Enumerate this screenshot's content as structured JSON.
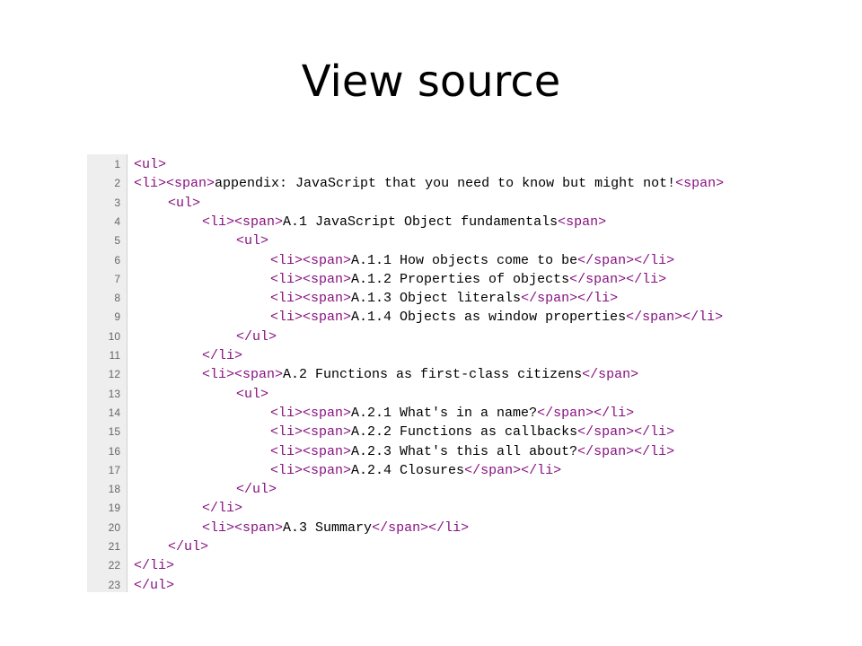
{
  "title": "View source",
  "colors": {
    "tag": "#881280",
    "text": "#000000",
    "gutter_bg": "#eeeeee",
    "line_number": "#666666"
  },
  "code_lines": [
    {
      "num": "1",
      "indent": 0,
      "parts": [
        {
          "t": "<ul>",
          "c": "tag"
        }
      ]
    },
    {
      "num": "2",
      "indent": 0,
      "parts": [
        {
          "t": "<li>",
          "c": "tag"
        },
        {
          "t": "<span>",
          "c": "tag"
        },
        {
          "t": "appendix: JavaScript that you need to know but might not!",
          "c": "text"
        },
        {
          "t": "<span>",
          "c": "tag"
        }
      ]
    },
    {
      "num": "3",
      "indent": 1,
      "parts": [
        {
          "t": "<ul>",
          "c": "tag"
        }
      ]
    },
    {
      "num": "4",
      "indent": 2,
      "parts": [
        {
          "t": "<li>",
          "c": "tag"
        },
        {
          "t": "<span>",
          "c": "tag"
        },
        {
          "t": "A.1 JavaScript Object fundamentals",
          "c": "text"
        },
        {
          "t": "<span>",
          "c": "tag"
        }
      ]
    },
    {
      "num": "5",
      "indent": 3,
      "parts": [
        {
          "t": "<ul>",
          "c": "tag"
        }
      ]
    },
    {
      "num": "6",
      "indent": 4,
      "parts": [
        {
          "t": "<li>",
          "c": "tag"
        },
        {
          "t": "<span>",
          "c": "tag"
        },
        {
          "t": "A.1.1 How objects come to be",
          "c": "text"
        },
        {
          "t": "</span>",
          "c": "tag"
        },
        {
          "t": "</li>",
          "c": "tag"
        }
      ]
    },
    {
      "num": "7",
      "indent": 4,
      "parts": [
        {
          "t": "<li>",
          "c": "tag"
        },
        {
          "t": "<span>",
          "c": "tag"
        },
        {
          "t": "A.1.2 Properties of objects",
          "c": "text"
        },
        {
          "t": "</span>",
          "c": "tag"
        },
        {
          "t": "</li>",
          "c": "tag"
        }
      ]
    },
    {
      "num": "8",
      "indent": 4,
      "parts": [
        {
          "t": "<li>",
          "c": "tag"
        },
        {
          "t": "<span>",
          "c": "tag"
        },
        {
          "t": "A.1.3 Object literals",
          "c": "text"
        },
        {
          "t": "</span>",
          "c": "tag"
        },
        {
          "t": "</li>",
          "c": "tag"
        }
      ]
    },
    {
      "num": "9",
      "indent": 4,
      "parts": [
        {
          "t": "<li>",
          "c": "tag"
        },
        {
          "t": "<span>",
          "c": "tag"
        },
        {
          "t": "A.1.4 Objects as window properties",
          "c": "text"
        },
        {
          "t": "</span>",
          "c": "tag"
        },
        {
          "t": "</li>",
          "c": "tag"
        }
      ]
    },
    {
      "num": "10",
      "indent": 3,
      "parts": [
        {
          "t": "</ul>",
          "c": "tag"
        }
      ]
    },
    {
      "num": "11",
      "indent": 2,
      "parts": [
        {
          "t": "</li>",
          "c": "tag"
        }
      ]
    },
    {
      "num": "12",
      "indent": 2,
      "parts": [
        {
          "t": "<li>",
          "c": "tag"
        },
        {
          "t": "<span>",
          "c": "tag"
        },
        {
          "t": "A.2 Functions as first-class citizens",
          "c": "text"
        },
        {
          "t": "</span>",
          "c": "tag"
        }
      ]
    },
    {
      "num": "13",
      "indent": 3,
      "parts": [
        {
          "t": "<ul>",
          "c": "tag"
        }
      ]
    },
    {
      "num": "14",
      "indent": 4,
      "parts": [
        {
          "t": "<li>",
          "c": "tag"
        },
        {
          "t": "<span>",
          "c": "tag"
        },
        {
          "t": "A.2.1 What's in a name?",
          "c": "text"
        },
        {
          "t": "</span>",
          "c": "tag"
        },
        {
          "t": "</li>",
          "c": "tag"
        }
      ]
    },
    {
      "num": "15",
      "indent": 4,
      "parts": [
        {
          "t": "<li>",
          "c": "tag"
        },
        {
          "t": "<span>",
          "c": "tag"
        },
        {
          "t": "A.2.2 Functions as callbacks",
          "c": "text"
        },
        {
          "t": "</span>",
          "c": "tag"
        },
        {
          "t": "</li>",
          "c": "tag"
        }
      ]
    },
    {
      "num": "16",
      "indent": 4,
      "parts": [
        {
          "t": "<li>",
          "c": "tag"
        },
        {
          "t": "<span>",
          "c": "tag"
        },
        {
          "t": "A.2.3 What's this all about?",
          "c": "text"
        },
        {
          "t": "</span>",
          "c": "tag"
        },
        {
          "t": "</li>",
          "c": "tag"
        }
      ]
    },
    {
      "num": "17",
      "indent": 4,
      "parts": [
        {
          "t": "<li>",
          "c": "tag"
        },
        {
          "t": "<span>",
          "c": "tag"
        },
        {
          "t": "A.2.4 Closures",
          "c": "text"
        },
        {
          "t": "</span>",
          "c": "tag"
        },
        {
          "t": "</li>",
          "c": "tag"
        }
      ]
    },
    {
      "num": "18",
      "indent": 3,
      "parts": [
        {
          "t": "</ul>",
          "c": "tag"
        }
      ]
    },
    {
      "num": "19",
      "indent": 2,
      "parts": [
        {
          "t": "</li>",
          "c": "tag"
        }
      ]
    },
    {
      "num": "20",
      "indent": 2,
      "parts": [
        {
          "t": "<li>",
          "c": "tag"
        },
        {
          "t": "<span>",
          "c": "tag"
        },
        {
          "t": "A.3 Summary",
          "c": "text"
        },
        {
          "t": "</span>",
          "c": "tag"
        },
        {
          "t": "</li>",
          "c": "tag"
        }
      ]
    },
    {
      "num": "21",
      "indent": 1,
      "parts": [
        {
          "t": "</ul>",
          "c": "tag"
        }
      ]
    },
    {
      "num": "22",
      "indent": 0,
      "parts": [
        {
          "t": "</li>",
          "c": "tag"
        }
      ]
    },
    {
      "num": "23",
      "indent": 0,
      "parts": [
        {
          "t": "</ul>",
          "c": "tag"
        }
      ]
    }
  ]
}
